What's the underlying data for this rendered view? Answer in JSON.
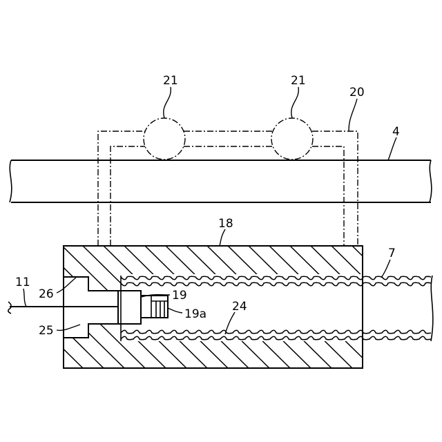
{
  "labels": {
    "bump_left": "21",
    "bump_right": "21",
    "frame": "20",
    "bar": "4",
    "block": "18",
    "tube": "7",
    "wire": "11",
    "step_upper": "26",
    "plug": "19",
    "plug_end": "19a",
    "bore": "24",
    "step_lower": "25"
  }
}
